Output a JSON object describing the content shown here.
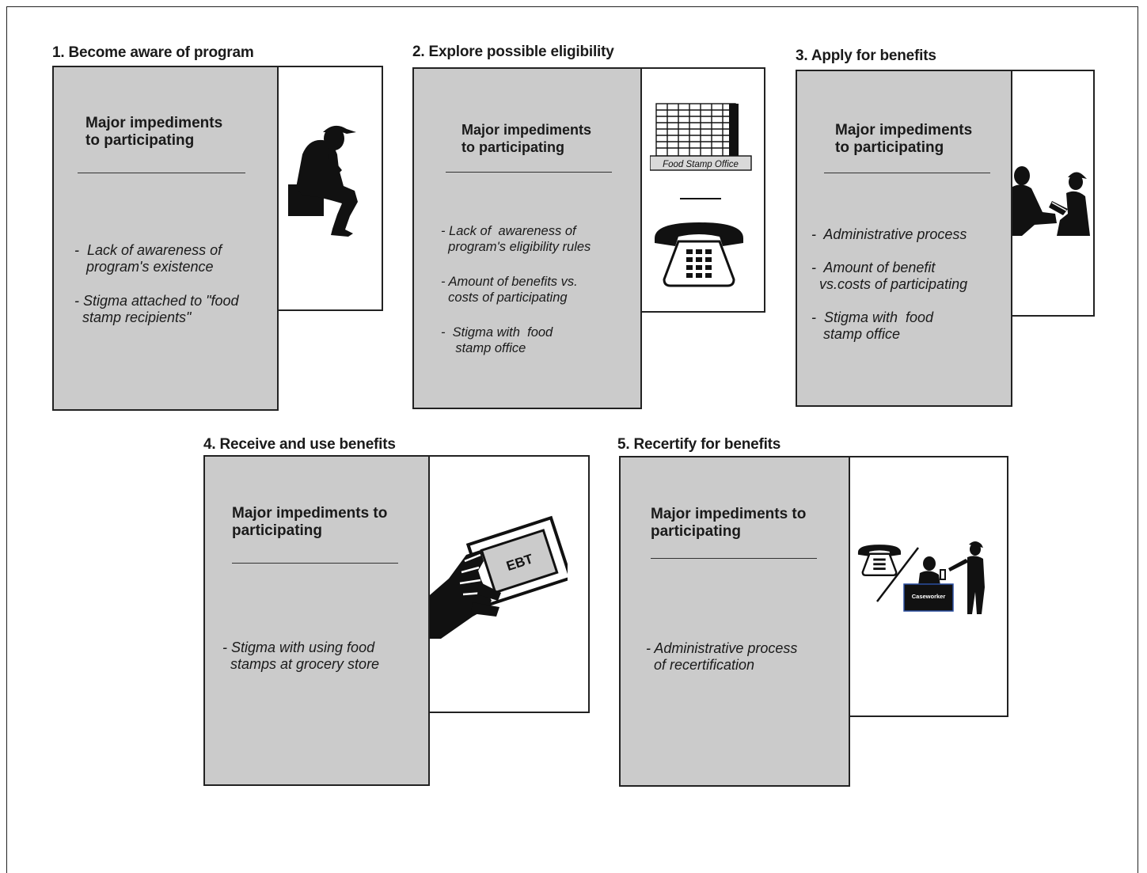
{
  "stages": [
    {
      "title": "1. Become aware of program",
      "heading": "Major impediments\nto participating",
      "items": [
        "-  Lack of awareness of\n   program's existence",
        "- Stigma attached to \"food\n  stamp recipients\""
      ],
      "icons": [
        "thinking-person-icon"
      ]
    },
    {
      "title": "2. Explore possible eligibility",
      "heading": "Major impediments\nto participating",
      "items": [
        "- Lack of  awareness of\n  program's eligibility rules",
        "- Amount of benefits vs.\n  costs of participating",
        "-  Stigma with  food\n    stamp office"
      ],
      "icons": [
        "office-building-icon",
        "telephone-icon"
      ],
      "office_label": "Food Stamp Office"
    },
    {
      "title": "3. Apply for benefits",
      "heading": "Major impediments\nto participating",
      "items": [
        "-  Administrative process",
        "-  Amount of benefit\n  vs.costs of participating",
        "-  Stigma with  food\n   stamp office"
      ],
      "icons": [
        "interview-people-icon"
      ]
    },
    {
      "title": "4. Receive and use benefits",
      "heading": "Major impediments to\nparticipating",
      "items": [
        "- Stigma with using food\n  stamps at grocery store"
      ],
      "icons": [
        "hand-holding-card-icon"
      ],
      "card_label": "EBT"
    },
    {
      "title": "5. Recertify for benefits",
      "heading": "Major impediments to\nparticipating",
      "items": [
        "- Administrative process\n  of recertification"
      ],
      "icons": [
        "telephone-icon",
        "caseworker-desk-icon"
      ],
      "desk_label": "Caseworker"
    }
  ],
  "colors": {
    "text_panel": "#cbcbcb",
    "outline": "#222222",
    "silhouette": "#111111"
  }
}
